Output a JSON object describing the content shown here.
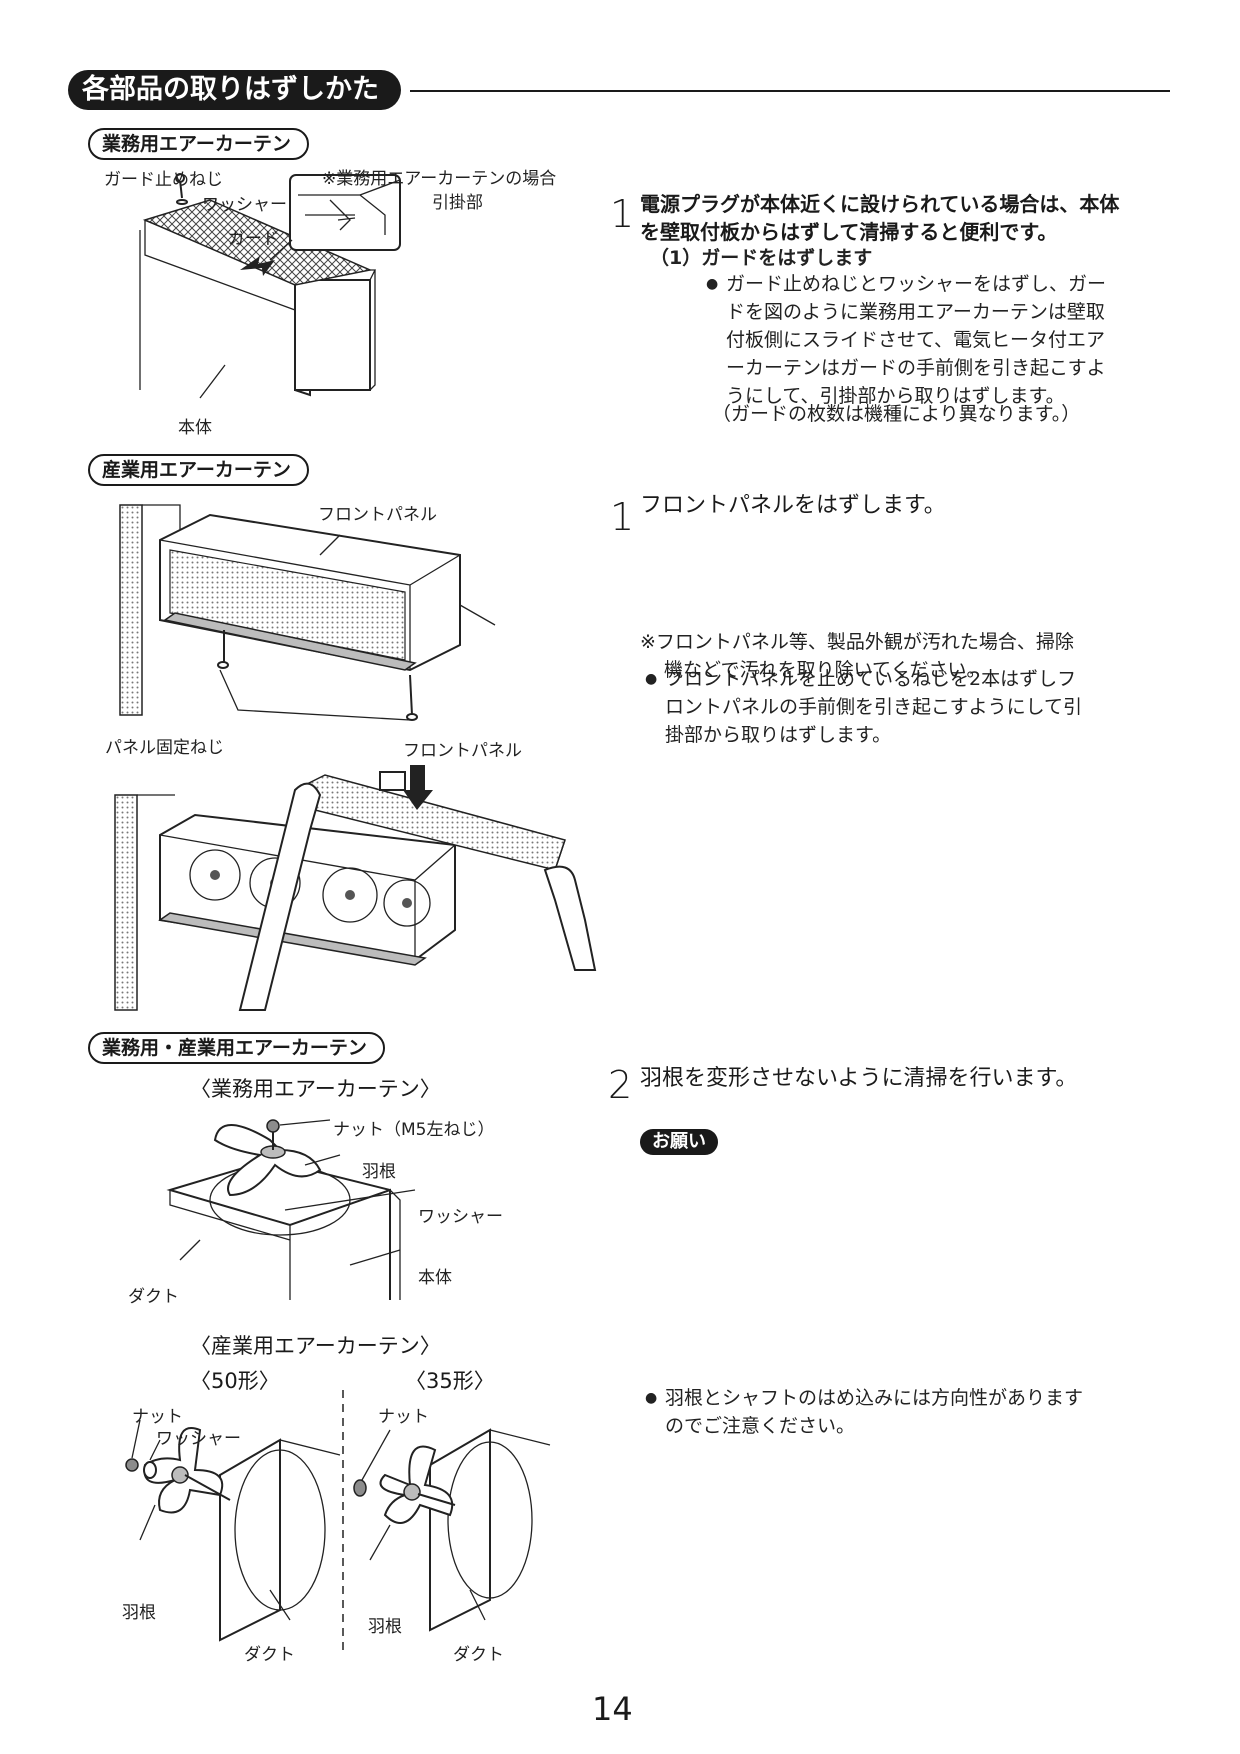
{
  "page": {
    "title": "各部品の取りはずしかた",
    "page_number": "14"
  },
  "sections": {
    "s1": {
      "label": "業務用エアーカーテン",
      "callouts": {
        "guard_screw": "ガード止めねじ",
        "washer": "ワッシャー",
        "guard": "ガード",
        "note": "※業務用エアーカーテンの場合",
        "hook": "引掛部",
        "body": "本体"
      },
      "step": {
        "num": "1",
        "heading_1": "電源プラグが本体近くに設けられている場合は、本体",
        "heading_2": "を壁取付板からはずして清掃すると便利です。",
        "sub": "（1）ガードをはずします",
        "bullet_1": "ガード止めねじとワッシャーをはずし、ガー",
        "bullet_2": "ドを図のように業務用エアーカーテンは壁取",
        "bullet_3": "付板側にスライドさせて、電気ヒータ付エア",
        "bullet_4": "ーカーテンはガードの手前側を引き起こすよ",
        "bullet_5": "うにして、引掛部から取りはずします。",
        "note": "（ガードの枚数は機種により異なります。）"
      }
    },
    "s2": {
      "label": "産業用エアーカーテン",
      "callouts": {
        "front_panel_top": "フロントパネル",
        "panel_screw": "パネル固定ねじ",
        "front_panel_bottom": "フロントパネル"
      },
      "step": {
        "num": "1",
        "heading": "フロントパネルをはずします。",
        "bullet_1": "フロントパネルを止めているねじを2本はずしフ",
        "bullet_2": "ロントパネルの手前側を引き起こすようにして引",
        "bullet_3": "掛部から取りはずします。",
        "note_1": "※フロントパネル等、製品外観が汚れた場合、掃除",
        "note_2": "機などで汚れを取り除いてください。"
      }
    },
    "s3": {
      "label": "業務用・産業用エアーカーテン",
      "commercial_title": "〈業務用エアーカーテン〉",
      "industrial_title": "〈産業用エアーカーテン〉",
      "size_50": "〈50形〉",
      "size_35": "〈35形〉",
      "callouts": {
        "nut_m5": "ナット（M5左ねじ）",
        "blade": "羽根",
        "washer": "ワッシャー",
        "body": "本体",
        "duct": "ダクト",
        "nut_50": "ナット",
        "washer_50": "ワッシャー",
        "blade_50": "羽根",
        "duct_50": "ダクト",
        "nut_35": "ナット",
        "blade_35": "羽根",
        "duct_35": "ダクト"
      },
      "step": {
        "num": "2",
        "heading": "羽根を変形させないように清掃を行います。",
        "notice_label": "お願い",
        "bullet_1": "羽根とシャフトのはめ込みには方向性があります",
        "bullet_2": "のでご注意ください。"
      }
    }
  }
}
